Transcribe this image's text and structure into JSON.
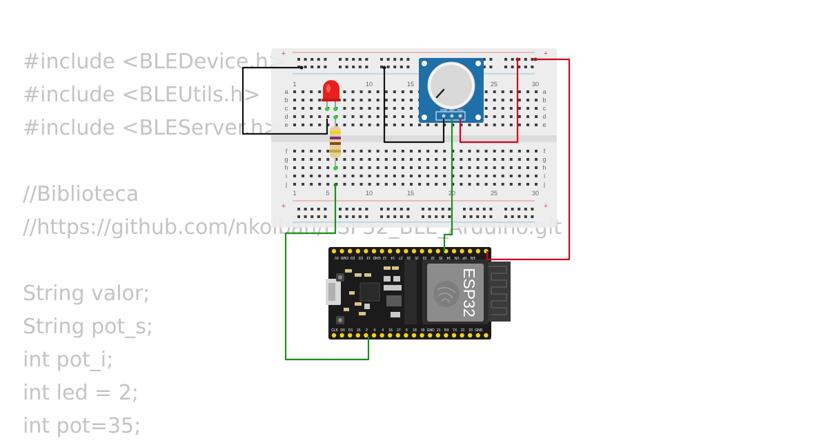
{
  "code_lines": [
    "#include <BLEDevice.h>",
    "#include <BLEUtils.h>",
    "#include <BLEServer.h>",
    "",
    "//Biblioteca",
    "//https://github.com/nkolban/ESP32_BLE_Arduino.git",
    "",
    "String valor;",
    "String pot_s;",
    "int pot_i;",
    "int led = 2;",
    "int pot=35;"
  ],
  "breadboard": {
    "rail_plus": "+",
    "column_numbers": [
      "1",
      "5",
      "10",
      "15",
      "20",
      "25",
      "30"
    ],
    "rows_top": [
      "a",
      "b",
      "c",
      "d",
      "e"
    ],
    "rows_bottom": [
      "f",
      "g",
      "h",
      "i",
      "j"
    ]
  },
  "potentiometer": {
    "pins": [
      "GND",
      "SIG",
      "VCC"
    ]
  },
  "esp32": {
    "module_label": "ESP32",
    "top_pins": [
      "3V",
      "CMD",
      "D3",
      "D2",
      "13",
      "GND",
      "12",
      "14",
      "27",
      "26",
      "25",
      "33",
      "32",
      "35",
      "34",
      "VN",
      "VP",
      "EN"
    ],
    "bottom_pins": [
      "CLK",
      "D0",
      "D1",
      "15",
      "2",
      "0",
      "4",
      "16",
      "17",
      "5",
      "18",
      "19",
      "GND",
      "21",
      "RX",
      "TX",
      "22",
      "23",
      "GND"
    ]
  },
  "colors": {
    "wire_black": "#111111",
    "wire_red": "#d0021b",
    "wire_green": "#1a8f1a",
    "pot_blue": "#1f6fa8",
    "board_black": "#1b1b1b",
    "pin_yellow": "#f2d01c",
    "led_red": "#e8201c"
  }
}
